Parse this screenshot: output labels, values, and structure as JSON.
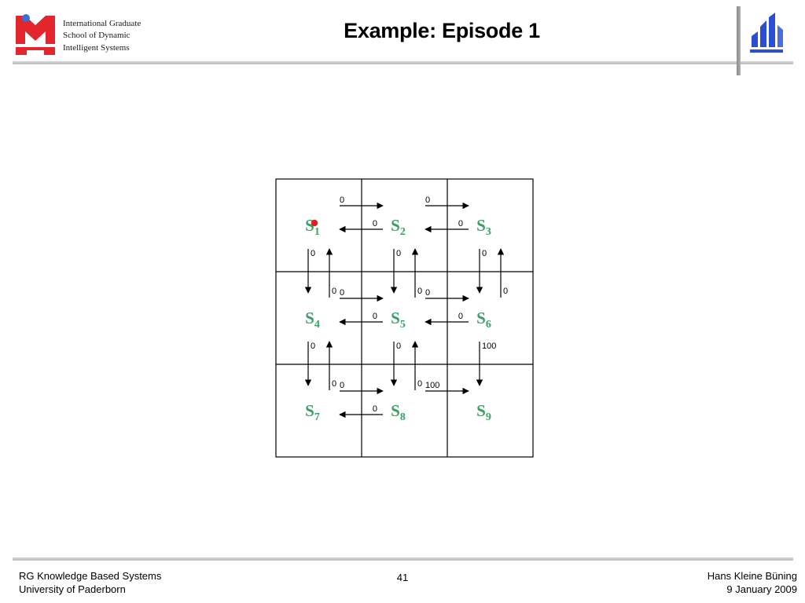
{
  "header": {
    "institute_lines": [
      "International Graduate",
      "School of Dynamic",
      "Intelligent Systems"
    ],
    "title": "Example: Episode 1"
  },
  "brand": {
    "logo_red": "#e3262e",
    "logo_blue_dot": "#3b6fd0",
    "uni_logo_blue": "#2a4fd4"
  },
  "chart_data": {
    "type": "table",
    "grid": {
      "rows": 3,
      "cols": 3
    },
    "states": [
      {
        "name": "S",
        "sub": "1",
        "row": 0,
        "col": 0
      },
      {
        "name": "S",
        "sub": "2",
        "row": 0,
        "col": 1
      },
      {
        "name": "S",
        "sub": "3",
        "row": 0,
        "col": 2
      },
      {
        "name": "S",
        "sub": "4",
        "row": 1,
        "col": 0
      },
      {
        "name": "S",
        "sub": "5",
        "row": 1,
        "col": 1
      },
      {
        "name": "S",
        "sub": "6",
        "row": 1,
        "col": 2
      },
      {
        "name": "S",
        "sub": "7",
        "row": 2,
        "col": 0
      },
      {
        "name": "S",
        "sub": "8",
        "row": 2,
        "col": 1
      },
      {
        "name": "S",
        "sub": "9",
        "row": 2,
        "col": 2
      }
    ],
    "agent_state": "S1",
    "transitions": [
      {
        "from": "S1",
        "to": "S2",
        "reward": "0"
      },
      {
        "from": "S2",
        "to": "S1",
        "reward": "0"
      },
      {
        "from": "S2",
        "to": "S3",
        "reward": "0"
      },
      {
        "from": "S3",
        "to": "S2",
        "reward": "0"
      },
      {
        "from": "S4",
        "to": "S5",
        "reward": "0"
      },
      {
        "from": "S5",
        "to": "S4",
        "reward": "0"
      },
      {
        "from": "S5",
        "to": "S6",
        "reward": "0"
      },
      {
        "from": "S6",
        "to": "S5",
        "reward": "0"
      },
      {
        "from": "S7",
        "to": "S8",
        "reward": "0"
      },
      {
        "from": "S8",
        "to": "S7",
        "reward": "0"
      },
      {
        "from": "S8",
        "to": "S9",
        "reward": "100"
      },
      {
        "from": "S1",
        "to": "S4",
        "reward": "0"
      },
      {
        "from": "S4",
        "to": "S1",
        "reward": "0"
      },
      {
        "from": "S2",
        "to": "S5",
        "reward": "0"
      },
      {
        "from": "S5",
        "to": "S2",
        "reward": "0"
      },
      {
        "from": "S3",
        "to": "S6",
        "reward": "0"
      },
      {
        "from": "S6",
        "to": "S3",
        "reward": "0"
      },
      {
        "from": "S4",
        "to": "S7",
        "reward": "0"
      },
      {
        "from": "S7",
        "to": "S4",
        "reward": "0"
      },
      {
        "from": "S5",
        "to": "S8",
        "reward": "0"
      },
      {
        "from": "S8",
        "to": "S5",
        "reward": "0"
      },
      {
        "from": "S6",
        "to": "S9",
        "reward": "100"
      }
    ],
    "colors": {
      "state_label": "#3a9e66",
      "agent_dot": "#e02020",
      "line": "#000000"
    }
  },
  "footer": {
    "left_line1": "RG Knowledge Based Systems",
    "left_line2": "University of Paderborn",
    "page_number": "41",
    "right_line1": "Hans Kleine Büning",
    "right_line2": "9 January 2009"
  }
}
